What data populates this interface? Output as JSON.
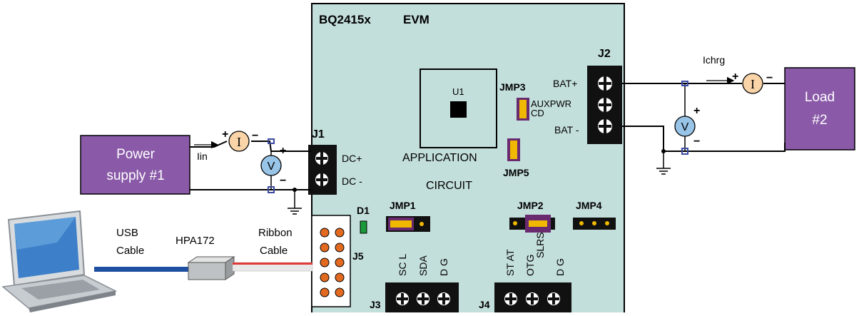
{
  "board": {
    "title": "BQ2415x",
    "subtitle": "EVM",
    "chip_label": "U1",
    "app_line1": "APPLICATION",
    "app_line2": "CIRCUIT"
  },
  "jumpers": {
    "jmp1": "JMP1",
    "jmp2": "JMP2",
    "jmp3": "JMP3",
    "jmp4": "JMP4",
    "jmp5": "JMP5",
    "auxpwr": "AUXPWR",
    "cd": "CD"
  },
  "connectors": {
    "j1": "J1",
    "j2": "J2",
    "j3": "J3",
    "j4": "J4",
    "j5": "J5",
    "d1": "D1",
    "dc_plus": "DC+",
    "dc_minus": "DC -",
    "bat_plus": "BAT+",
    "bat_minus": "BAT -",
    "j3_pins": [
      "SC L",
      "SDA",
      "D G"
    ],
    "j4_pins": [
      "ST AT",
      "OTG",
      "SLRS",
      "D G"
    ]
  },
  "power_supply": {
    "line1": "Power",
    "line2": "supply #1"
  },
  "load": {
    "line1": "Load",
    "line2": "#2"
  },
  "meters": {
    "current_symbol": "I",
    "voltage_symbol": "V",
    "plus": "+",
    "minus": "−"
  },
  "labels": {
    "iin": "Iin",
    "ichrg": "Ichrg",
    "usb_line1": "USB",
    "usb_line2": "Cable",
    "hpa": "HPA172",
    "ribbon_line1": "Ribbon",
    "ribbon_line2": "Cable"
  },
  "colors": {
    "board": "#c3dfdc",
    "purple_box": "#8a5aa8",
    "meter_fill": "#f8d4a8",
    "voltmeter_fill": "#98c4e8",
    "jumper_yellow": "#f0b800",
    "jumper_purple": "#6a2a70",
    "connector_pin": "#e26a20",
    "usb_cable": "#1f4fa0",
    "ribbon_red": "#e03a3a",
    "led_green": "#1a9a3a"
  }
}
